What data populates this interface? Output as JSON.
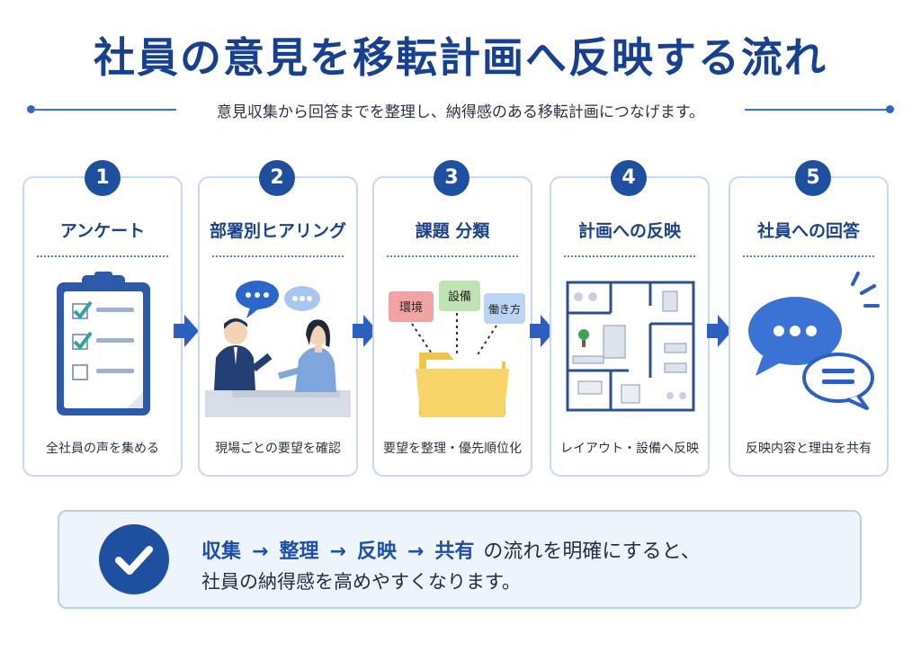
{
  "title": "社員の意見を移転計画へ反映する流れ",
  "subtitle": "意見収集から回答までを整理し、納得感のある移転計画につなげます。",
  "steps": [
    {
      "number": "1",
      "title": "アンケート",
      "caption": "全社員の声を集める",
      "icon": "clipboard-checklist-icon"
    },
    {
      "number": "2",
      "title": "部署別ヒアリング",
      "caption": "現場ごとの要望を確認",
      "icon": "meeting-conversation-icon"
    },
    {
      "number": "3",
      "title": "課題 分類",
      "caption": "要望を整理・優先順位化",
      "icon": "folder-tags-icon",
      "tags": [
        "環境",
        "設備",
        "働き方"
      ]
    },
    {
      "number": "4",
      "title": "計画への反映",
      "caption": "レイアウト・設備へ反映",
      "icon": "floor-plan-icon"
    },
    {
      "number": "5",
      "title": "社員への回答",
      "caption": "反映内容と理由を共有",
      "icon": "speech-bubbles-icon"
    }
  ],
  "summary": {
    "keywords": [
      "収集",
      "整理",
      "反映",
      "共有"
    ],
    "arrow": "→",
    "line1_rest": "の流れを明確にすると、",
    "line2": "社員の納得感を高めやすくなります。"
  },
  "colors": {
    "primary": "#1f4f9f",
    "accent": "#3a73d4",
    "card_border": "#c7d8f1",
    "summary_bg": "#eef4fc"
  }
}
